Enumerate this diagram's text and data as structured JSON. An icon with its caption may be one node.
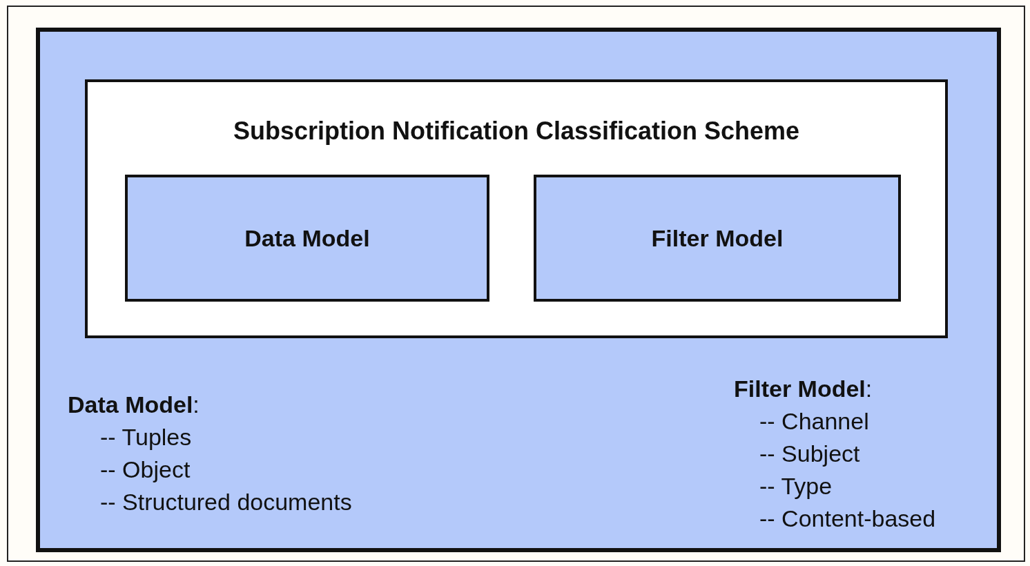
{
  "diagram": {
    "nodes": [
      {
        "text": [],
        "shape": "box"
      },
      {
        "text": [
          "Subscription Notification Classification Scheme"
        ],
        "in": 0
      },
      {
        "text": [
          "Data Model"
        ],
        "in": 1
      },
      {
        "text": [
          "Filter Model"
        ],
        "in": 1
      }
    ],
    "labels": [
      "**Data Model**:",
      "-- Tuples",
      "-- Object",
      "-- Structured documents",
      "**Filter Model**:",
      "-- Channel",
      "-- Subject",
      "-- Type",
      "-- Content-based"
    ]
  }
}
